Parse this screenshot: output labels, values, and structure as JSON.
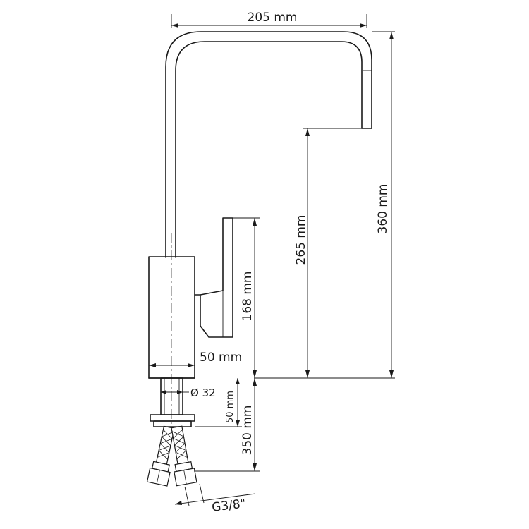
{
  "dimensions": {
    "spout_reach": "205 mm",
    "total_height": "360 mm",
    "spout_height": "265 mm",
    "lever_height": "168 mm",
    "body_diameter": "50 mm",
    "shank_diameter": "Ø 32",
    "shank_length": "50 mm",
    "max_deck_thickness": "350 mm",
    "thread": "G3/8\""
  }
}
